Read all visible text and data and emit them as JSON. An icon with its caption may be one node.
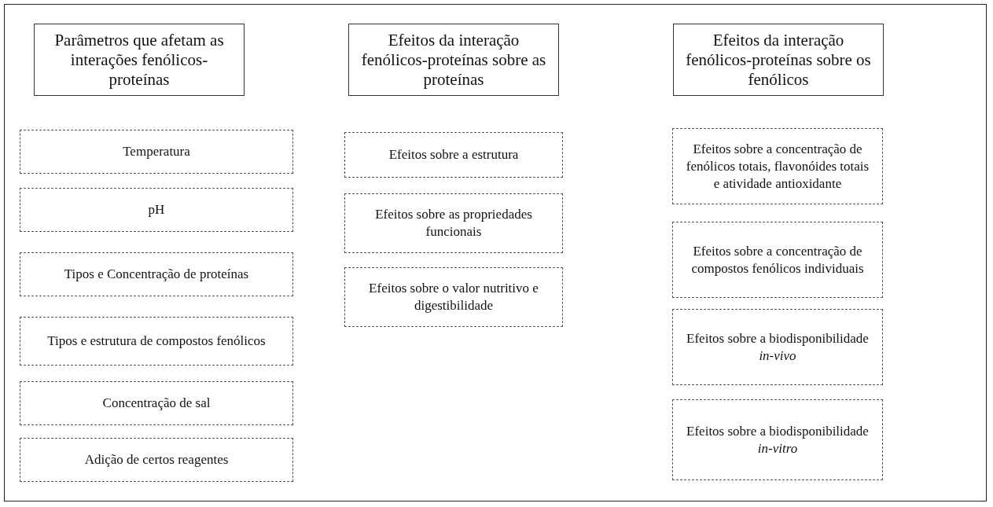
{
  "diagram": {
    "nodes": [
      {
        "text": [
          "Parâmetros que afetam as interações fenólicos-proteínas"
        ]
      },
      {
        "text": [
          "Efeitos da interação fenólicos-proteínas sobre as proteínas"
        ]
      },
      {
        "text": [
          "Efeitos da interação fenólicos-proteínas sobre os fenólicos"
        ]
      },
      {
        "text": [
          "Temperatura"
        ]
      },
      {
        "text": [
          "pH"
        ]
      },
      {
        "text": [
          "Tipos e Concentração de proteínas"
        ]
      },
      {
        "text": [
          "Tipos e estrutura de compostos fenólicos"
        ]
      },
      {
        "text": [
          "Concentração de sal"
        ]
      },
      {
        "text": [
          "Adição de certos reagentes"
        ]
      },
      {
        "text": [
          "Efeitos sobre a estrutura"
        ]
      },
      {
        "text": [
          "Efeitos sobre as propriedades funcionais"
        ]
      },
      {
        "text": [
          "Efeitos sobre o valor nutritivo e digestibilidade"
        ]
      },
      {
        "text": [
          "Efeitos sobre a concentração de fenólicos totais, flavonóides totais e atividade antioxidante"
        ]
      },
      {
        "text": [
          "Efeitos sobre a concentração de compostos fenólicos individuais"
        ]
      },
      {
        "text": [
          "Efeitos sobre a biodisponibilidade *in-vivo*"
        ]
      },
      {
        "text": [
          "Efeitos sobre a biodisponibilidade *in-vitro*"
        ]
      }
    ],
    "edges": []
  }
}
